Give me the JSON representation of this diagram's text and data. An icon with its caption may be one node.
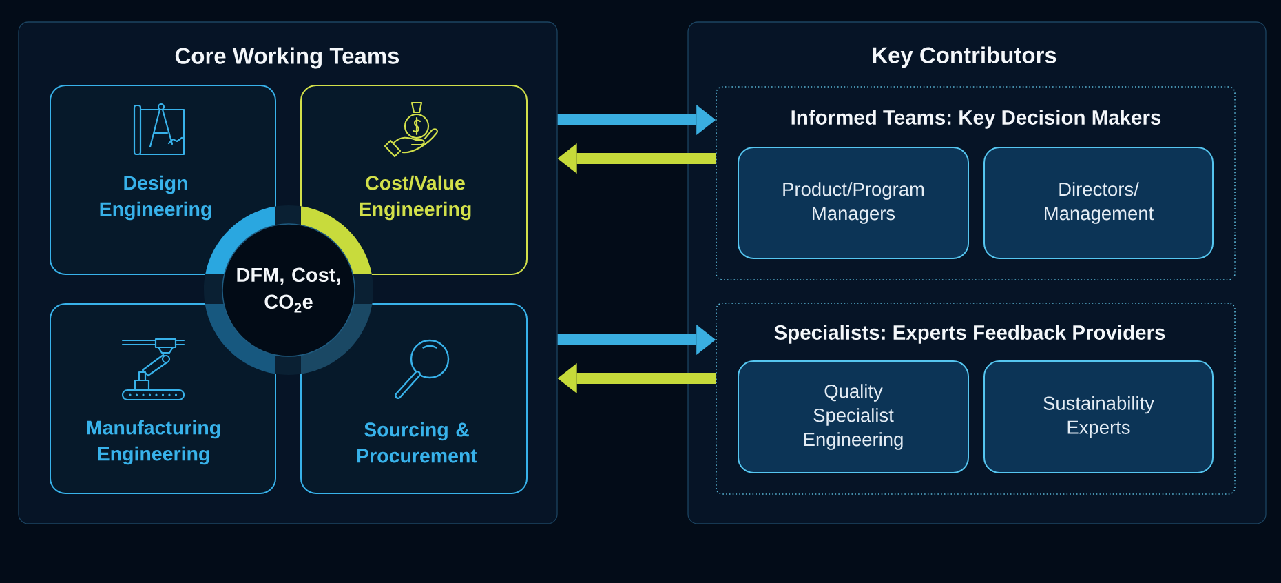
{
  "diagram": {
    "nodes": [
      {
        "text": [
          "Core Working Teams"
        ]
      },
      {
        "text": [
          "Design Engineering"
        ],
        "in": 0
      },
      {
        "text": [
          "Cost/Value Engineering"
        ],
        "in": 0
      },
      {
        "text": [
          "DFM, Cost, CO$_{2}$e"
        ],
        "in": 0
      },
      {
        "text": [
          "Manufacturing Engineering"
        ],
        "in": 0
      },
      {
        "text": [
          "Sourcing & Procurement"
        ],
        "in": 0
      },
      {
        "text": [
          "Key Contributors"
        ]
      },
      {
        "text": [
          "Informed Teams: Key Decision Makers"
        ],
        "in": 6
      },
      {
        "text": [
          "Product/Program Managers"
        ],
        "in": 7
      },
      {
        "text": [
          "Directors/ Management"
        ],
        "in": 7
      },
      {
        "text": [
          "Specialists: Experts Feedback Providers"
        ],
        "in": 6
      },
      {
        "text": [
          "Quality Specialist Engineering"
        ],
        "in": 10
      },
      {
        "text": [
          "Sustainability Experts"
        ],
        "in": 10
      }
    ],
    "edges": [
      {
        "from": 0,
        "to": 7,
        "arrow": "to",
        "color": "#3aaee0"
      },
      {
        "from": 7,
        "to": 0,
        "arrow": "to",
        "color": "#c6da3a"
      },
      {
        "from": 0,
        "to": 10,
        "arrow": "to",
        "color": "#3aaee0"
      },
      {
        "from": 10,
        "to": 0,
        "arrow": "to",
        "color": "#c6da3a"
      }
    ]
  }
}
